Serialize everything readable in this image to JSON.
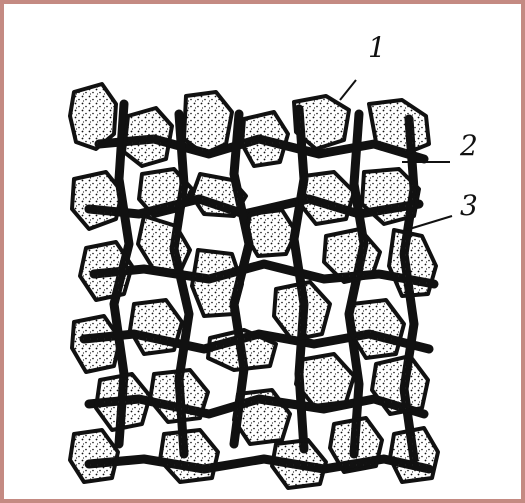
{
  "figure": {
    "labels": [
      "1",
      "2",
      "3"
    ],
    "frame_color": "#c48a82",
    "grain_color": "#ffffff",
    "ink_color": "#111111"
  }
}
